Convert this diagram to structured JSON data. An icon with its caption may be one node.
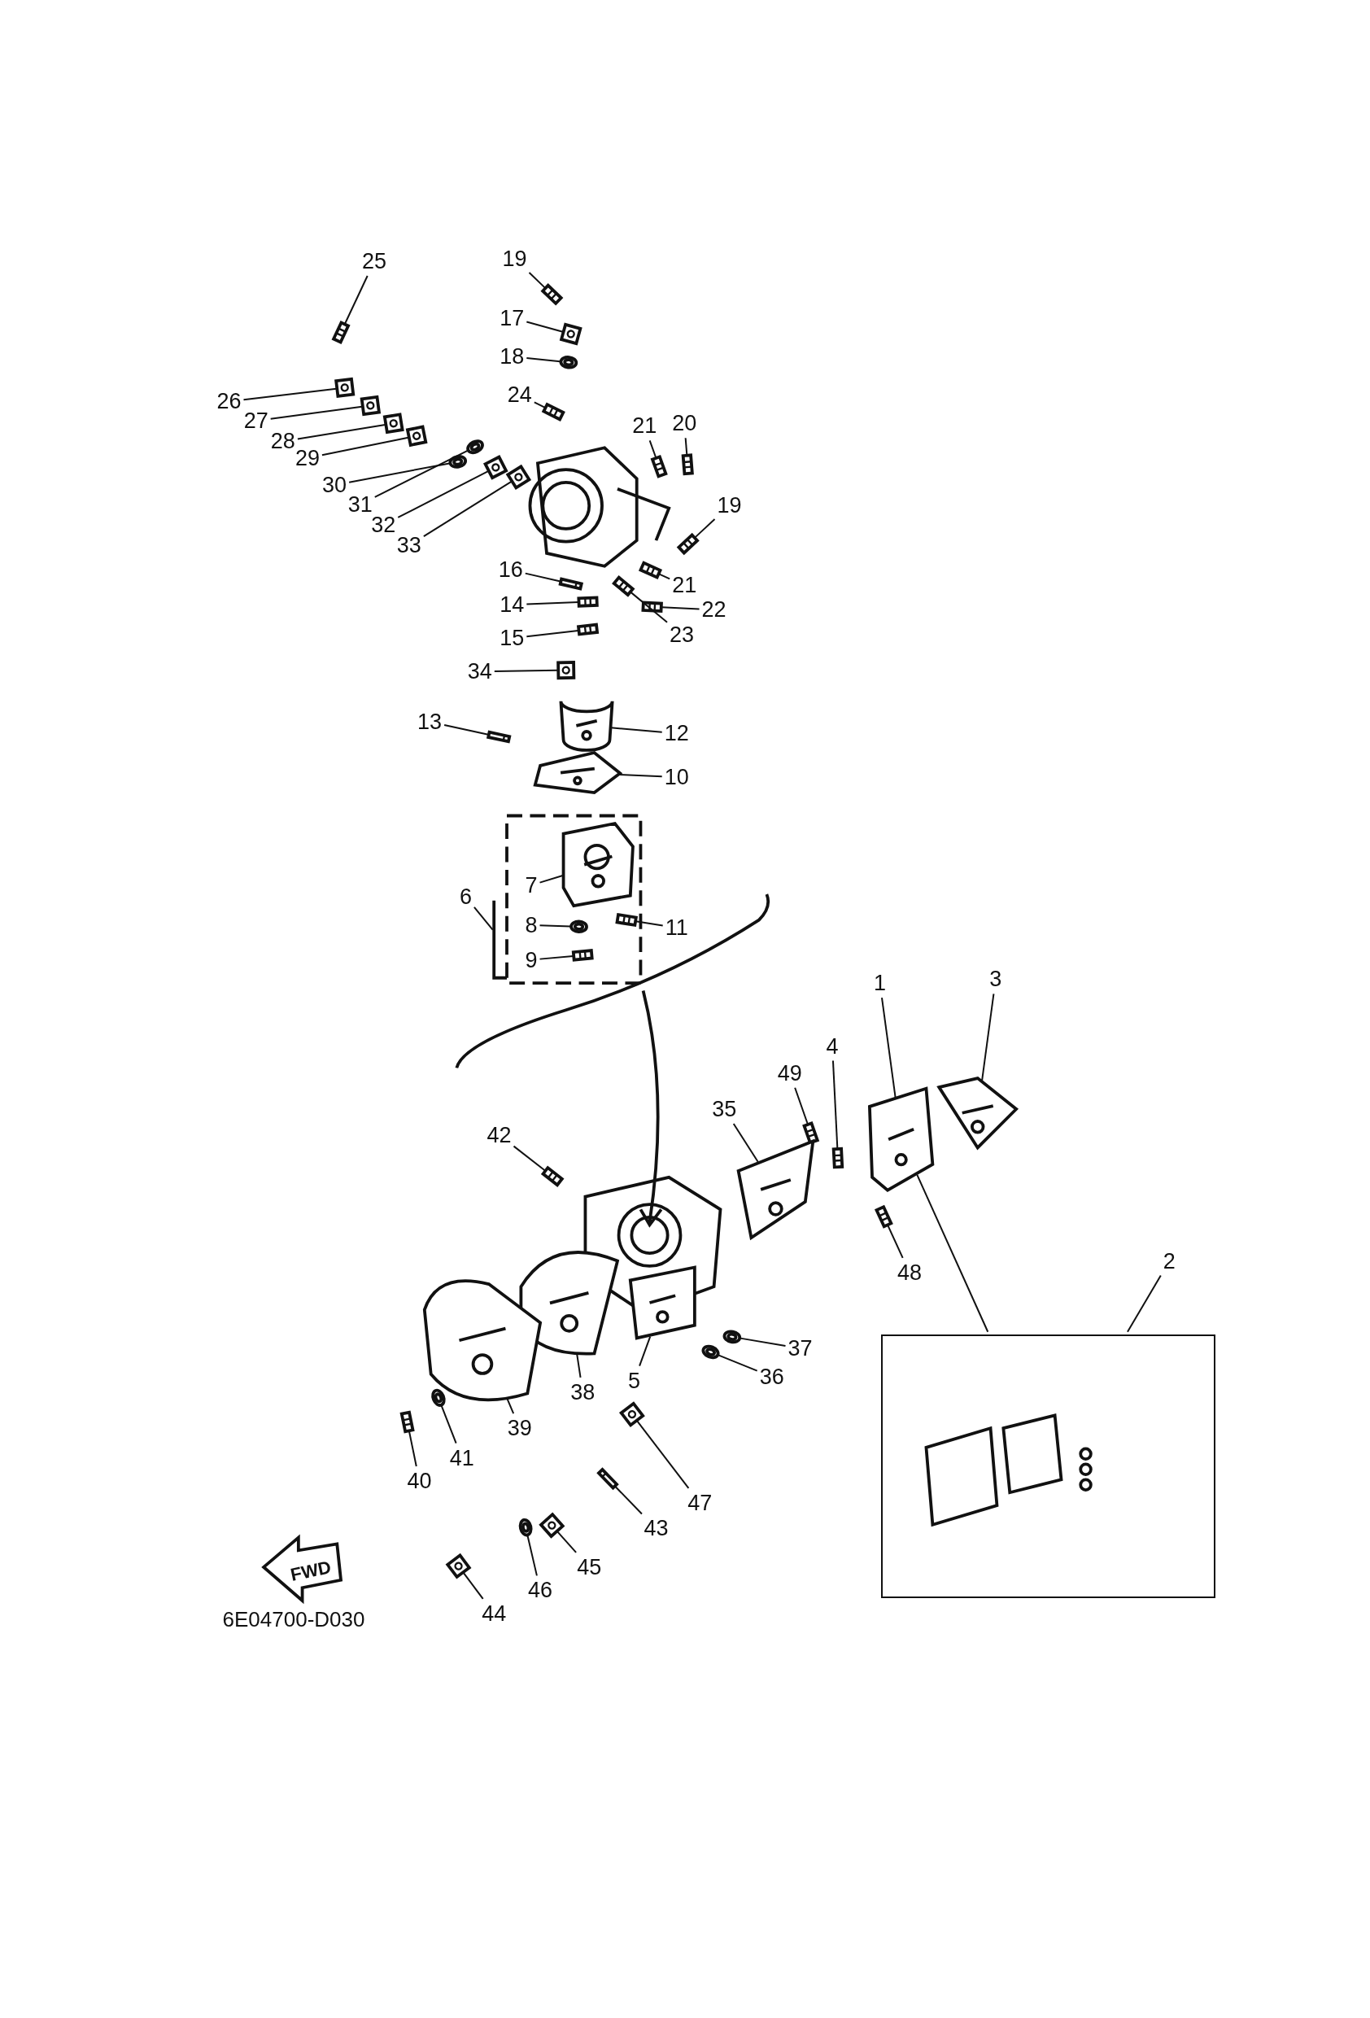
{
  "diagram": {
    "nodes": [
      {
        "text": [
          "19"
        ]
      },
      {
        "text": [
          "25"
        ]
      },
      {
        "text": [
          "17"
        ]
      },
      {
        "text": [
          "18"
        ]
      },
      {
        "text": [
          "24"
        ]
      },
      {
        "text": [
          "21"
        ]
      },
      {
        "text": [
          "20"
        ]
      },
      {
        "text": [
          "26"
        ]
      },
      {
        "text": [
          "27"
        ]
      },
      {
        "text": [
          "28"
        ]
      },
      {
        "text": [
          "29"
        ]
      },
      {
        "text": [
          "30"
        ]
      },
      {
        "text": [
          "31"
        ]
      },
      {
        "text": [
          "32"
        ]
      },
      {
        "text": [
          "33"
        ]
      },
      {
        "text": [
          "19"
        ]
      },
      {
        "text": [
          "16"
        ]
      },
      {
        "text": [
          "14"
        ]
      },
      {
        "text": [
          "21"
        ]
      },
      {
        "text": [
          "22"
        ]
      },
      {
        "text": [
          "15"
        ]
      },
      {
        "text": [
          "23"
        ]
      },
      {
        "text": [
          "34"
        ]
      },
      {
        "text": [
          "13"
        ]
      },
      {
        "text": [
          "12"
        ]
      },
      {
        "text": [
          "10"
        ]
      },
      {
        "text": [
          "7"
        ]
      },
      {
        "text": [
          "6"
        ]
      },
      {
        "text": [
          "8"
        ]
      },
      {
        "text": [
          "11"
        ]
      },
      {
        "text": [
          "9"
        ]
      },
      {
        "text": [
          "3"
        ]
      },
      {
        "text": [
          "1"
        ]
      },
      {
        "text": [
          "4"
        ]
      },
      {
        "text": [
          "49"
        ]
      },
      {
        "text": [
          "35"
        ]
      },
      {
        "text": [
          "42"
        ]
      },
      {
        "text": [
          "2"
        ]
      },
      {
        "text": [
          "48"
        ]
      },
      {
        "text": [
          "37"
        ]
      },
      {
        "text": [
          "38"
        ]
      },
      {
        "text": [
          "5"
        ]
      },
      {
        "text": [
          "36"
        ]
      },
      {
        "text": [
          "39"
        ]
      },
      {
        "text": [
          "41"
        ]
      },
      {
        "text": [
          "40"
        ]
      },
      {
        "text": [
          "47"
        ]
      },
      {
        "text": [
          "43"
        ]
      },
      {
        "text": [
          "45"
        ]
      },
      {
        "text": [
          "46"
        ]
      },
      {
        "text": [
          "44"
        ]
      },
      {
        "text": [],
        "shape": "box"
      },
      {
        "text": [],
        "shape": "picture"
      },
      {
        "text": [],
        "shape": "picture"
      },
      {
        "text": [],
        "shape": "picture"
      },
      {
        "text": [],
        "shape": "picture"
      },
      {
        "text": [],
        "shape": "picture"
      },
      {
        "text": [],
        "shape": "picture"
      },
      {
        "text": [],
        "shape": "picture"
      },
      {
        "text": [],
        "shape": "picture"
      },
      {
        "text": [],
        "shape": "picture"
      },
      {
        "text": [],
        "shape": "picture"
      },
      {
        "text": [],
        "shape": "picture"
      },
      {
        "text": [],
        "shape": "picture"
      },
      {
        "text": [],
        "shape": "picture"
      },
      {
        "text": [],
        "shape": "picture"
      },
      {
        "text": [],
        "shape": "picture"
      },
      {
        "text": [],
        "shape": "picture"
      },
      {
        "text": [],
        "shape": "picture"
      },
      {
        "text": [],
        "shape": "picture"
      },
      {
        "text": [],
        "shape": "picture"
      },
      {
        "text": [],
        "shape": "picture"
      },
      {
        "text": [],
        "shape": "picture"
      },
      {
        "text": [],
        "shape": "picture"
      },
      {
        "text": [],
        "shape": "picture"
      },
      {
        "text": [],
        "shape": "picture"
      },
      {
        "text": [],
        "shape": "picture"
      },
      {
        "text": [],
        "shape": "picture"
      },
      {
        "text": [],
        "shape": "picture"
      },
      {
        "text": [],
        "shape": "bar"
      },
      {
        "text": [],
        "shape": "picture"
      },
      {
        "text": [],
        "shape": "picture"
      },
      {
        "text": [],
        "shape": "picture"
      },
      {
        "text": [],
        "shape": "picture"
      },
      {
        "text": [],
        "shape": "picture"
      },
      {
        "text": [],
        "shape": "picture"
      },
      {
        "text": [],
        "shape": "picture"
      },
      {
        "text": [],
        "shape": "picture"
      },
      {
        "text": [],
        "shape": "picture"
      },
      {
        "text": [],
        "shape": "picture"
      },
      {
        "text": [],
        "shape": "picture"
      },
      {
        "text": [],
        "shape": "picture"
      },
      {
        "text": [],
        "shape": "picture"
      },
      {
        "text": [],
        "shape": "picture"
      },
      {
        "text": [],
        "shape": "picture"
      },
      {
        "text": [],
        "shape": "picture"
      },
      {
        "text": [],
        "shape": "picture"
      },
      {
        "text": [],
        "shape": "picture"
      },
      {
        "text": [],
        "shape": "picture"
      },
      {
        "text": [],
        "shape": "picture"
      },
      {
        "text": [],
        "shape": "picture"
      },
      {
        "text": [],
        "shape": "picture"
      }
    ],
    "edges": [
      {
        "from": 0,
        "to": 52,
        "arrow": "none"
      },
      {
        "from": 1,
        "to": 53,
        "arrow": "none"
      },
      {
        "from": 2,
        "to": 54,
        "arrow": "none"
      },
      {
        "from": 3,
        "to": 55,
        "arrow": "none"
      },
      {
        "from": 4,
        "to": 56,
        "arrow": "none"
      },
      {
        "from": 5,
        "to": 57,
        "arrow": "none"
      },
      {
        "from": 6,
        "to": 58,
        "arrow": "none"
      },
      {
        "from": 7,
        "to": 59,
        "arrow": "none"
      },
      {
        "from": 8,
        "to": 60,
        "arrow": "none"
      },
      {
        "from": 9,
        "to": 61,
        "arrow": "none"
      },
      {
        "from": 10,
        "to": 62,
        "arrow": "none"
      },
      {
        "from": 11,
        "to": 63,
        "arrow": "none"
      },
      {
        "from": 12,
        "to": 64,
        "arrow": "none"
      },
      {
        "from": 13,
        "to": 65,
        "arrow": "none"
      },
      {
        "from": 14,
        "to": 66,
        "arrow": "none"
      },
      {
        "from": 15,
        "to": 67,
        "arrow": "none"
      },
      {
        "from": 16,
        "to": 68,
        "arrow": "none"
      },
      {
        "from": 17,
        "to": 69,
        "arrow": "none"
      },
      {
        "from": 18,
        "to": 70,
        "arrow": "none"
      },
      {
        "from": 19,
        "to": 71,
        "arrow": "none"
      },
      {
        "from": 20,
        "to": 72,
        "arrow": "none"
      },
      {
        "from": 21,
        "to": 73,
        "arrow": "none"
      },
      {
        "from": 22,
        "to": 74,
        "arrow": "none"
      },
      {
        "from": 23,
        "to": 75,
        "arrow": "none"
      },
      {
        "from": 24,
        "to": 76,
        "arrow": "none"
      },
      {
        "from": 25,
        "to": 77,
        "arrow": "none"
      },
      {
        "from": 26,
        "to": 78,
        "arrow": "none"
      },
      {
        "from": 27,
        "to": 79,
        "arrow": "none"
      },
      {
        "from": 28,
        "to": 80,
        "arrow": "none"
      },
      {
        "from": 29,
        "to": 81,
        "arrow": "none"
      },
      {
        "from": 30,
        "to": 82,
        "arrow": "none"
      },
      {
        "from": 31,
        "to": 83,
        "arrow": "none"
      },
      {
        "from": 32,
        "to": 84,
        "arrow": "none"
      },
      {
        "from": 33,
        "to": 85,
        "arrow": "none"
      },
      {
        "from": 34,
        "to": 86,
        "arrow": "none"
      },
      {
        "from": 35,
        "to": 87,
        "arrow": "none"
      },
      {
        "from": 36,
        "to": 88,
        "arrow": "none"
      },
      {
        "from": 37,
        "to": 51,
        "arrow": "none"
      },
      {
        "from": 38,
        "to": 89,
        "arrow": "none"
      },
      {
        "from": 39,
        "to": 90,
        "arrow": "none"
      },
      {
        "from": 40,
        "to": 91,
        "arrow": "none"
      },
      {
        "from": 41,
        "to": 92,
        "arrow": "none"
      },
      {
        "from": 42,
        "to": 93,
        "arrow": "none"
      },
      {
        "from": 43,
        "to": 94,
        "arrow": "none"
      },
      {
        "from": 44,
        "to": 95,
        "arrow": "none"
      },
      {
        "from": 45,
        "to": 96,
        "arrow": "none"
      },
      {
        "from": 46,
        "to": 97,
        "arrow": "none"
      },
      {
        "from": 47,
        "to": 98,
        "arrow": "none"
      },
      {
        "from": 48,
        "to": 99,
        "arrow": "none"
      },
      {
        "from": 49,
        "to": 100,
        "arrow": "none"
      },
      {
        "from": 50,
        "to": 101,
        "arrow": "none"
      },
      {
        "from": 51,
        "to": 84,
        "arrow": "none"
      }
    ],
    "labels": [
      "FWD",
      "6E04700-D030"
    ]
  }
}
